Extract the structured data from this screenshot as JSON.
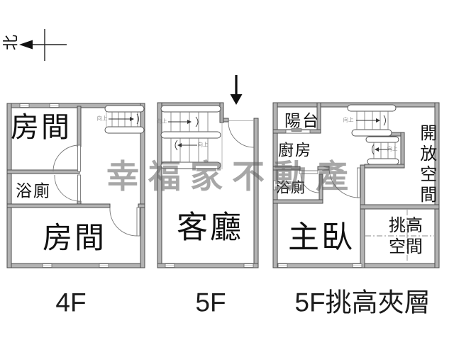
{
  "compass": {
    "north": "北"
  },
  "watermark": {
    "text": "幸福家不動產"
  },
  "stairs": {
    "up": "向上"
  },
  "floors": {
    "f4": {
      "caption": "4F",
      "room_top": "房間",
      "bathroom": "浴廁",
      "room_bottom": "房間"
    },
    "f5": {
      "caption": "5F",
      "living": "客廳"
    },
    "f5m": {
      "caption": "5F挑高夾層",
      "balcony": "陽台",
      "kitchen": "廚房",
      "bathroom": "浴廁",
      "master": "主臥",
      "open_space": "開放空間",
      "loft_space": "挑高空間"
    }
  }
}
